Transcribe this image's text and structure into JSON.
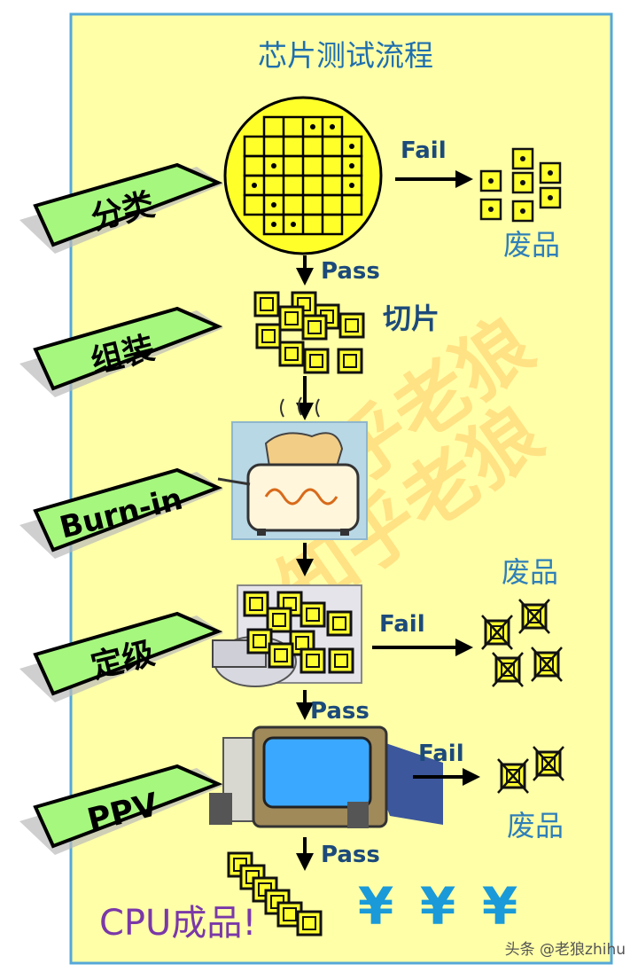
{
  "title": "芯片测试流程",
  "stages": [
    {
      "label": "分类"
    },
    {
      "label": "组装"
    },
    {
      "label": "Burn-in"
    },
    {
      "label": "定级"
    },
    {
      "label": "PPV"
    }
  ],
  "labels": {
    "fail": "Fail",
    "pass": "Pass",
    "waste": "废品",
    "slice": "切片",
    "cpu_done": "CPU成品!",
    "yen": "¥",
    "watermark": "知乎老狼",
    "credit": "头条 @老狼zhihu"
  },
  "colors": {
    "background": "#ffffa8",
    "panel_border": "#55a8d8",
    "title": "#1f6fae",
    "arrow_green": "#a6f77e",
    "wafer_yellow": "#ffff2a",
    "waste_text": "#2f7fb8",
    "cpu_text": "#7a38a8",
    "yen": "#1a9ad8"
  },
  "icons": [
    "wafer-icon",
    "die-cluster-icon",
    "toaster-icon",
    "tester-machine-icon",
    "computer-icon",
    "rejected-die-icon"
  ]
}
